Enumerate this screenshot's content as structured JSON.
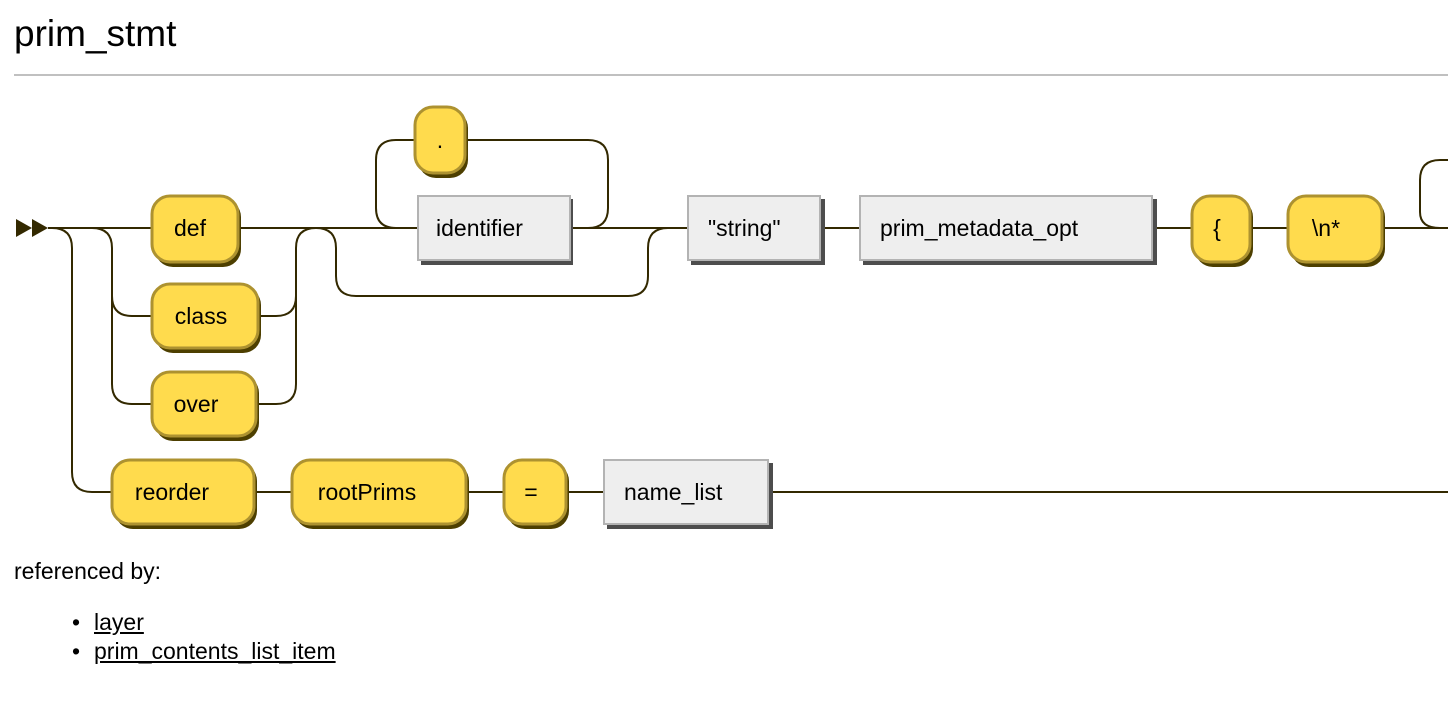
{
  "page": {
    "title": "prim_stmt"
  },
  "diagram": {
    "terminals": [
      ".",
      "def",
      "class",
      "over",
      "{",
      "\\n*",
      "reorder",
      "rootPrims",
      "="
    ],
    "nonterminals": [
      "identifier",
      "\"string\"",
      "prim_metadata_opt",
      "name_list"
    ],
    "colors": {
      "terminal_fill": "#ffdb4d",
      "terminal_border": "#ad9230",
      "nonterminal_fill": "#eeeeee",
      "nonterminal_border": "#b3b3b3",
      "line": "#332900"
    }
  },
  "references": {
    "label": "referenced by:",
    "items": [
      "layer",
      "prim_contents_list_item"
    ]
  }
}
